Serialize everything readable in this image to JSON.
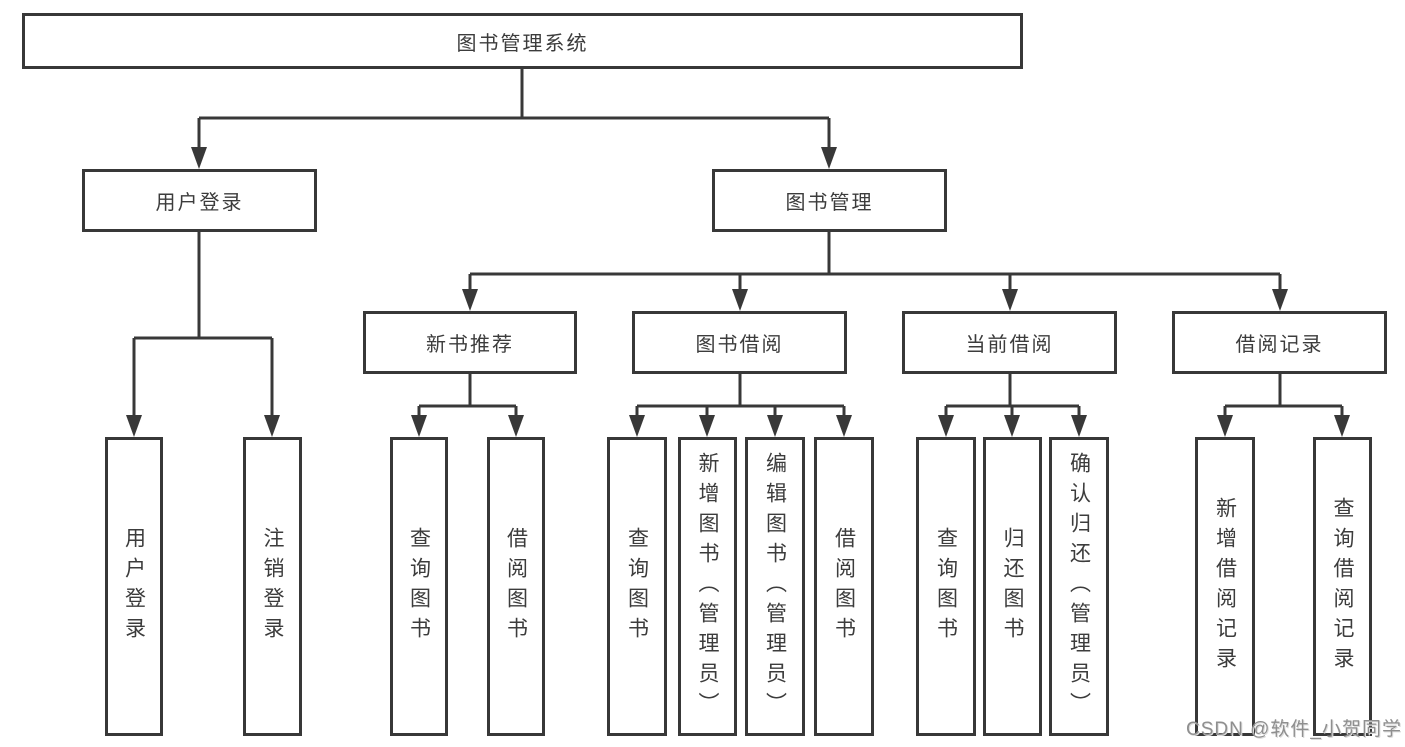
{
  "colors": {
    "background": "#ffffff",
    "line": "#383838",
    "box_border": "#383838",
    "box_fill": "#ffffff",
    "text": "#3c3c3c",
    "watermark": "#8f8f8f"
  },
  "watermark": "CSDN @软件_小贺同学",
  "tree": {
    "root": "图书管理系统",
    "branches": [
      {
        "label": "用户登录",
        "children": [
          "用户登录",
          "注销登录"
        ]
      },
      {
        "label": "图书管理",
        "groups": [
          {
            "label": "新书推荐",
            "children": [
              "查询图书",
              "借阅图书"
            ]
          },
          {
            "label": "图书借阅",
            "children": [
              "查询图书",
              "新增图书（管理员）",
              "编辑图书（管理员）",
              "借阅图书"
            ]
          },
          {
            "label": "当前借阅",
            "children": [
              "查询图书",
              "归还图书",
              "确认归还（管理员）"
            ]
          },
          {
            "label": "借阅记录",
            "children": [
              "新增借阅记录",
              "查询借阅记录"
            ]
          }
        ]
      }
    ]
  }
}
